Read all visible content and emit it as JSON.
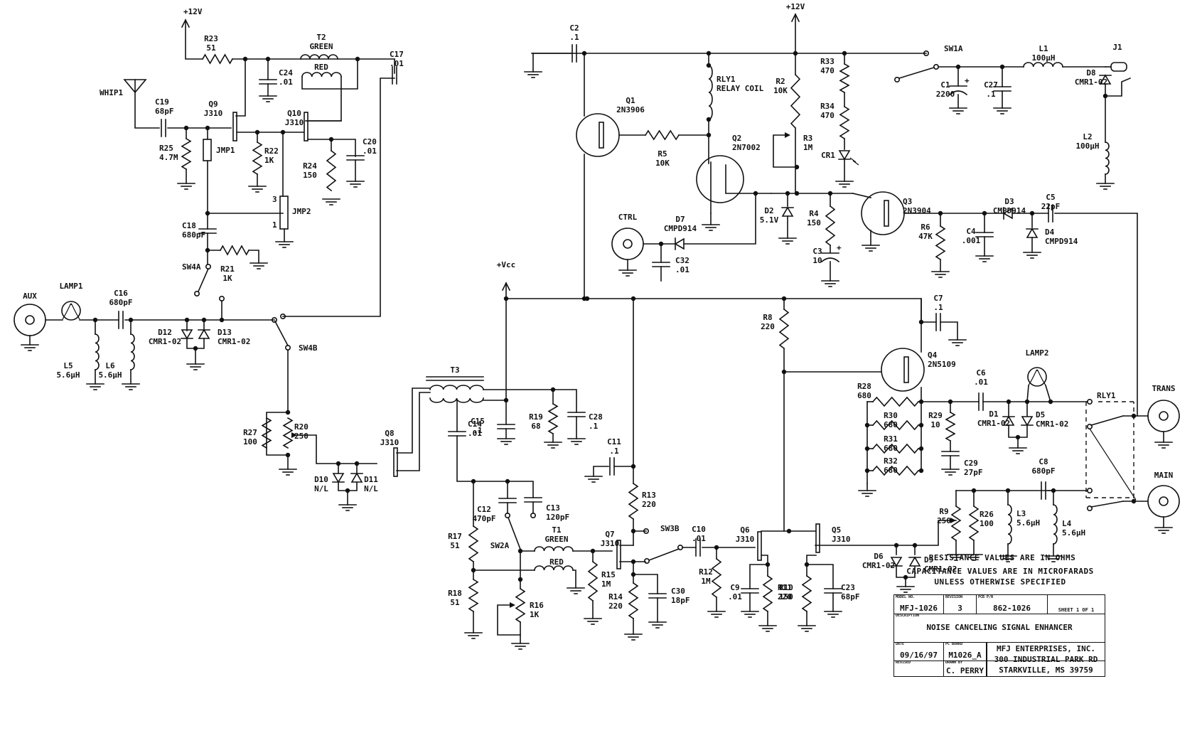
{
  "schematic": {
    "title": "NOISE CANCELING SIGNAL ENHANCER",
    "supplies": [
      {
        "id": "p12v-left",
        "label": "+12V"
      },
      {
        "id": "p12v-right",
        "label": "+12V"
      },
      {
        "id": "vcc",
        "label": "+Vcc"
      }
    ],
    "connectors": [
      {
        "id": "AUX",
        "label": "AUX",
        "type": "coax"
      },
      {
        "id": "CTRL",
        "label": "CTRL",
        "type": "coax"
      },
      {
        "id": "TRANS",
        "label": "TRANS",
        "type": "coax"
      },
      {
        "id": "MAIN",
        "label": "MAIN",
        "type": "coax"
      },
      {
        "id": "J1",
        "label": "J1",
        "type": "power-jack"
      },
      {
        "id": "WHIP1",
        "label": "WHIP1",
        "type": "antenna"
      }
    ],
    "transistors": [
      {
        "ref": "Q1",
        "part": "2N3906",
        "kind": "pnp"
      },
      {
        "ref": "Q2",
        "part": "2N7002",
        "kind": "nmos"
      },
      {
        "ref": "Q3",
        "part": "2N3904",
        "kind": "npn"
      },
      {
        "ref": "Q4",
        "part": "2N5109",
        "kind": "npn"
      },
      {
        "ref": "Q5",
        "part": "J310",
        "kind": "jfet"
      },
      {
        "ref": "Q6",
        "part": "J310",
        "kind": "jfet"
      },
      {
        "ref": "Q7",
        "part": "J310",
        "kind": "jfet"
      },
      {
        "ref": "Q8",
        "part": "J310",
        "kind": "jfet"
      },
      {
        "ref": "Q9",
        "part": "J310",
        "kind": "jfet"
      },
      {
        "ref": "Q10",
        "part": "J310",
        "kind": "jfet"
      }
    ],
    "resistors": [
      {
        "ref": "R2",
        "value": "10K"
      },
      {
        "ref": "R3",
        "value": "1M",
        "pot": true
      },
      {
        "ref": "R4",
        "value": "150"
      },
      {
        "ref": "R5",
        "value": "10K"
      },
      {
        "ref": "R6",
        "value": "47K"
      },
      {
        "ref": "R8",
        "value": "220"
      },
      {
        "ref": "R9",
        "value": "250",
        "pot": true
      },
      {
        "ref": "R10",
        "value": "150"
      },
      {
        "ref": "R11",
        "value": "220"
      },
      {
        "ref": "R12",
        "value": "1M"
      },
      {
        "ref": "R13",
        "value": "220"
      },
      {
        "ref": "R14",
        "value": "220"
      },
      {
        "ref": "R15",
        "value": "1M"
      },
      {
        "ref": "R16",
        "value": "1K",
        "pot": true
      },
      {
        "ref": "R17",
        "value": "51"
      },
      {
        "ref": "R18",
        "value": "51"
      },
      {
        "ref": "R19",
        "value": "68"
      },
      {
        "ref": "R20",
        "value": "250",
        "pot": true
      },
      {
        "ref": "R21",
        "value": "1K"
      },
      {
        "ref": "R22",
        "value": "1K"
      },
      {
        "ref": "R23",
        "value": "51"
      },
      {
        "ref": "R24",
        "value": "150"
      },
      {
        "ref": "R25",
        "value": "4.7M"
      },
      {
        "ref": "R26",
        "value": "100"
      },
      {
        "ref": "R27",
        "value": "100"
      },
      {
        "ref": "R28",
        "value": "680"
      },
      {
        "ref": "R29",
        "value": "10"
      },
      {
        "ref": "R30",
        "value": "680"
      },
      {
        "ref": "R31",
        "value": "680"
      },
      {
        "ref": "R32",
        "value": "680"
      },
      {
        "ref": "R33",
        "value": "470"
      },
      {
        "ref": "R34",
        "value": "470"
      }
    ],
    "capacitors": [
      {
        "ref": "C1",
        "value": "2200",
        "polarized": true
      },
      {
        "ref": "C2",
        "value": ".1"
      },
      {
        "ref": "C3",
        "value": "10",
        "polarized": true
      },
      {
        "ref": "C4",
        "value": ".001"
      },
      {
        "ref": "C5",
        "value": "22pF"
      },
      {
        "ref": "C6",
        "value": ".01"
      },
      {
        "ref": "C7",
        "value": ".1"
      },
      {
        "ref": "C8",
        "value": "680pF"
      },
      {
        "ref": "C9",
        "value": ".01"
      },
      {
        "ref": "C10",
        "value": ".01"
      },
      {
        "ref": "C11",
        "value": ".1"
      },
      {
        "ref": "C12",
        "value": "470pF"
      },
      {
        "ref": "C13",
        "value": "120pF"
      },
      {
        "ref": "C14",
        "value": ".01"
      },
      {
        "ref": "C15",
        "value": ".1"
      },
      {
        "ref": "C16",
        "value": "680pF"
      },
      {
        "ref": "C17",
        "value": ".01"
      },
      {
        "ref": "C18",
        "value": "680pF"
      },
      {
        "ref": "C19",
        "value": "68pF"
      },
      {
        "ref": "C20",
        "value": ".01"
      },
      {
        "ref": "C23",
        "value": "68pF"
      },
      {
        "ref": "C24",
        "value": ".01"
      },
      {
        "ref": "C27",
        "value": ".1"
      },
      {
        "ref": "C28",
        "value": ".1"
      },
      {
        "ref": "C29",
        "value": "27pF"
      },
      {
        "ref": "C30",
        "value": "18pF"
      },
      {
        "ref": "C32",
        "value": ".01"
      }
    ],
    "inductors": [
      {
        "ref": "L1",
        "value": "100µH"
      },
      {
        "ref": "L2",
        "value": "100µH"
      },
      {
        "ref": "L3",
        "value": "5.6µH"
      },
      {
        "ref": "L4",
        "value": "5.6µH"
      },
      {
        "ref": "L5",
        "value": "5.6µH"
      },
      {
        "ref": "L6",
        "value": "5.6µH"
      }
    ],
    "transformers": [
      {
        "ref": "T1",
        "windings": [
          "GREEN",
          "RED"
        ]
      },
      {
        "ref": "T2",
        "windings": [
          "GREEN",
          "RED"
        ]
      },
      {
        "ref": "T3",
        "windings": []
      }
    ],
    "diodes": [
      {
        "ref": "D1",
        "part": "CMR1-02"
      },
      {
        "ref": "D2",
        "part": "5.1V",
        "zener": true
      },
      {
        "ref": "D3",
        "part": "CMPD914"
      },
      {
        "ref": "D4",
        "part": "CMPD914"
      },
      {
        "ref": "D5",
        "part": "CMR1-02"
      },
      {
        "ref": "D6",
        "part": "CMR1-02"
      },
      {
        "ref": "D7",
        "part": "CMPD914"
      },
      {
        "ref": "D8",
        "part": "CMR1-02"
      },
      {
        "ref": "D9",
        "part": "CMR1-02"
      },
      {
        "ref": "D10",
        "part": "N/L"
      },
      {
        "ref": "D11",
        "part": "N/L"
      },
      {
        "ref": "D12",
        "part": "CMR1-02"
      },
      {
        "ref": "D13",
        "part": "CMR1-02"
      },
      {
        "ref": "CR1",
        "part": "",
        "led": true
      }
    ],
    "other": [
      {
        "ref": "LAMP1",
        "label": "LAMP1"
      },
      {
        "ref": "LAMP2",
        "label": "LAMP2"
      },
      {
        "ref": "RLY1",
        "label": "RLY1"
      },
      {
        "ref": "RLY1-coil",
        "label": "RLY1",
        "sub": "RELAY COIL"
      },
      {
        "ref": "JMP1",
        "label": "JMP1"
      },
      {
        "ref": "JMP2",
        "label": "JMP2",
        "pins": [
          "3",
          "1"
        ]
      },
      {
        "ref": "SW1A",
        "label": "SW1A"
      },
      {
        "ref": "SW2A",
        "label": "SW2A"
      },
      {
        "ref": "SW3B",
        "label": "SW3B"
      },
      {
        "ref": "SW4A",
        "label": "SW4A"
      },
      {
        "ref": "SW4B",
        "label": "SW4B"
      }
    ]
  },
  "notes": {
    "resistance": "RESISTANCE VALUES ARE IN OHMS",
    "capacitance_1": "CAPACITANCE VALUES ARE IN MICROFARADS",
    "capacitance_2": "UNLESS OTHERWISE SPECIFIED"
  },
  "title_block": {
    "model_caption": "MODEL NO.",
    "model": "MFJ-1026",
    "revision_caption": "REVISION",
    "revision": "3",
    "pcb_caption": "PCB P/N",
    "pcb": "862-1026",
    "sheet": "SHEET 1 OF 1",
    "description_caption": "DESCRIPTION",
    "description": "NOISE CANCELING SIGNAL ENHANCER",
    "date_caption": "DATE",
    "date": "09/16/97",
    "pc_board_caption": "PC BOARD",
    "pc_board": "M1026_A",
    "revised_caption": "REVISED",
    "revised": "",
    "drawn_caption": "DRAWN BY",
    "drawn_by": "C. PERRY",
    "company_1": "MFJ ENTERPRISES, INC.",
    "company_2": "300 INDUSTRIAL PARK RD",
    "company_3": "STARKVILLE, MS 39759"
  }
}
